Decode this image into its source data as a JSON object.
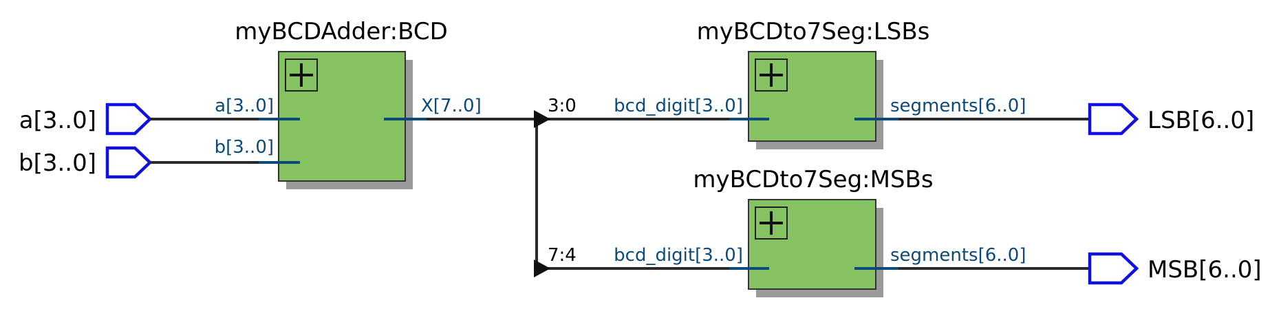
{
  "inputs": [
    {
      "label": "a[3..0]"
    },
    {
      "label": "b[3..0]"
    }
  ],
  "outputs": [
    {
      "label": "LSB[6..0]"
    },
    {
      "label": "MSB[6..0]"
    }
  ],
  "blocks": {
    "adder": {
      "title": "myBCDAdder:BCD",
      "in_pins": [
        "a[3..0]",
        "b[3..0]"
      ],
      "out_pin": "X[7..0]"
    },
    "lsbs": {
      "title": "myBCDto7Seg:LSBs",
      "in_pin": "bcd_digit[3..0]",
      "out_pin": "segments[6..0]",
      "slice": "3:0"
    },
    "msbs": {
      "title": "myBCDto7Seg:MSBs",
      "in_pin": "bcd_digit[3..0]",
      "out_pin": "segments[6..0]",
      "slice": "7:4"
    }
  },
  "colors": {
    "block_fill": "#84c262",
    "io_outline": "#1010e0",
    "pin_text": "#0b4a7a",
    "wire": "#2a2a2a"
  },
  "icons": [
    "expand-plus-icon",
    "input-port-icon",
    "output-port-icon",
    "bus-arrow-icon"
  ]
}
